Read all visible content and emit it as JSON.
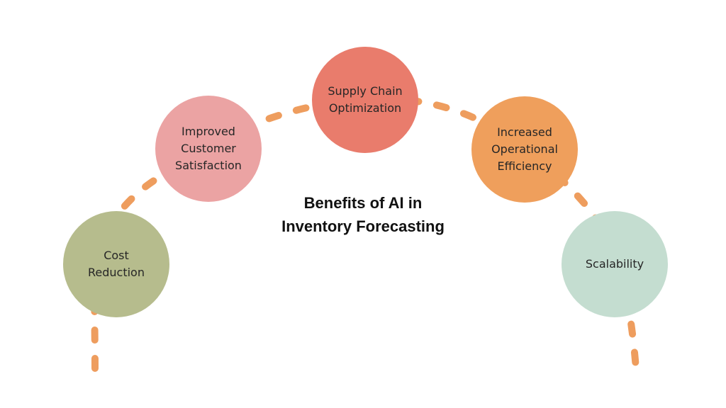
{
  "title": "Benefits of AI in\nInventory Forecasting",
  "colors": {
    "connector": "#EE9D5E",
    "cost": "#B6BC8D",
    "customer": "#EBA3A3",
    "supply": "#E97C6C",
    "ops": "#EF9F5C",
    "scale": "#C4DDD0"
  },
  "benefits": [
    {
      "label": "Cost\nReduction"
    },
    {
      "label": "Improved\nCustomer\nSatisfaction"
    },
    {
      "label": "Supply Chain\nOptimization"
    },
    {
      "label": "Increased\nOperational\nEfficiency"
    },
    {
      "label": "Scalability"
    }
  ]
}
